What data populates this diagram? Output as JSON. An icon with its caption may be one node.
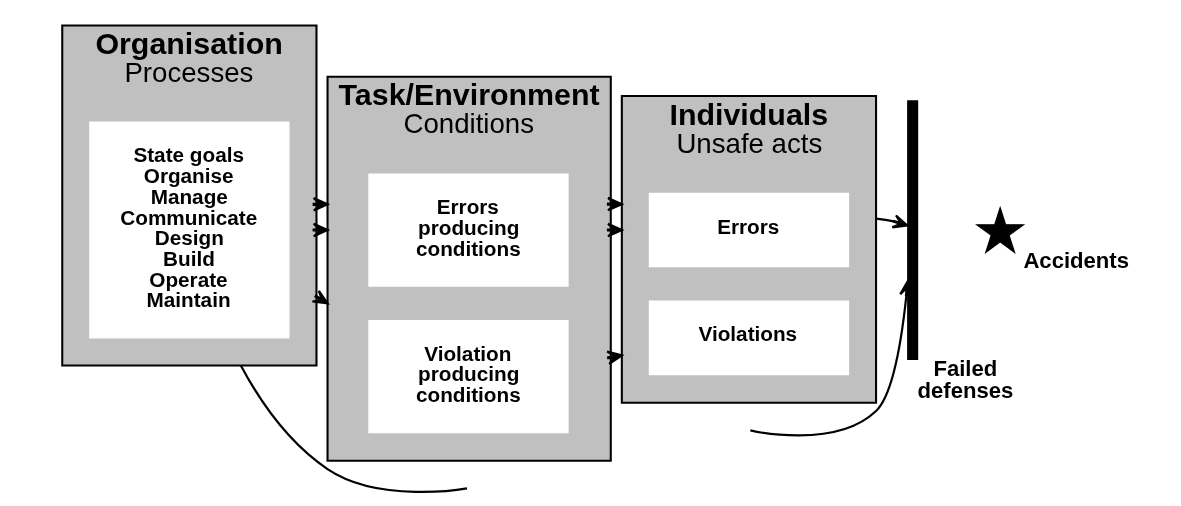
{
  "diagram": {
    "nodes": [
      {
        "text": [
          "Organisation",
          "Processes"
        ]
      },
      {
        "text": [
          "State goals",
          "Organise",
          "Manage",
          "Communicate",
          "Design",
          "Build",
          "Operate",
          "Maintain"
        ],
        "in": 0
      },
      {
        "text": [
          "Task/Environment",
          "Conditions"
        ]
      },
      {
        "text": [
          "Errors producing conditions"
        ],
        "in": 2
      },
      {
        "text": [
          "Violation producing conditions"
        ],
        "in": 2
      },
      {
        "text": [
          "Individuals",
          "Unsafe acts"
        ]
      },
      {
        "text": [
          "Errors"
        ],
        "in": 5
      },
      {
        "text": [
          "Violations"
        ],
        "in": 5
      },
      {
        "text": [],
        "shape": "bar",
        "beside": [
          "Failed defenses"
        ]
      },
      {
        "text": [],
        "shape": "star",
        "beside": [
          "Accidents"
        ]
      }
    ],
    "edges": [
      {
        "from": 0,
        "to": 2,
        "arrow": "to"
      },
      {
        "from": 0,
        "to": 2,
        "arrow": "to"
      },
      {
        "from": 0,
        "to": 2,
        "arrow": "to"
      },
      {
        "from": 2,
        "to": 5,
        "arrow": "to"
      },
      {
        "from": 2,
        "to": 5,
        "arrow": "to"
      },
      {
        "from": 2,
        "to": 5,
        "arrow": "to"
      },
      {
        "from": 5,
        "to": 8,
        "arrow": "to"
      },
      {
        "from": 0,
        "to": null,
        "arrow": "none"
      },
      {
        "from": null,
        "to": 8,
        "arrow": "to"
      }
    ]
  }
}
